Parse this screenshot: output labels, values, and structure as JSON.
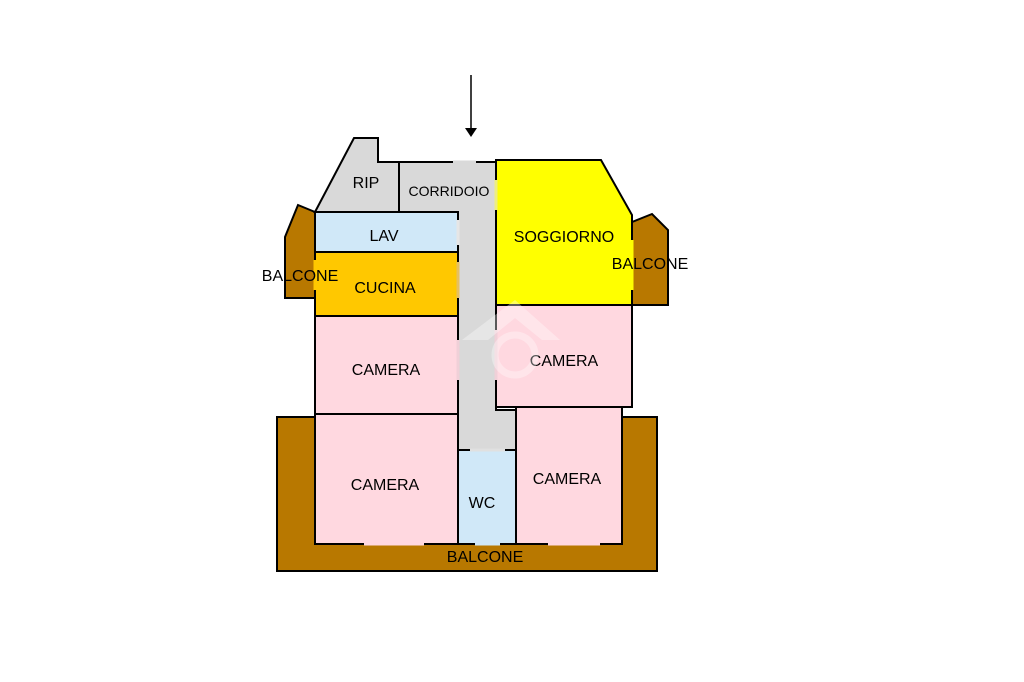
{
  "floorplan": {
    "rooms": {
      "rip": "RIP",
      "corridoio": "CORRIDOIO",
      "lav": "LAV",
      "cucina": "CUCINA",
      "soggiorno": "SOGGIORNO",
      "camera_left_mid": "CAMERA",
      "camera_left_bottom": "CAMERA",
      "camera_right_mid": "CAMERA",
      "camera_right_bottom": "CAMERA",
      "wc": "WC"
    },
    "balconies": {
      "left": "BALCONE",
      "right": "BALCONE",
      "bottom": "BALCONE"
    },
    "colors": {
      "balcone": "#b87800",
      "corridoio": "#d9d9d9",
      "lav": "#d0e8f8",
      "cucina": "#ffc800",
      "soggiorno": "#ffff00",
      "camera": "#ffd8e0",
      "wc": "#d0e8f8",
      "wall": "#000000"
    },
    "entrance_arrow": "down-arrow-icon"
  }
}
